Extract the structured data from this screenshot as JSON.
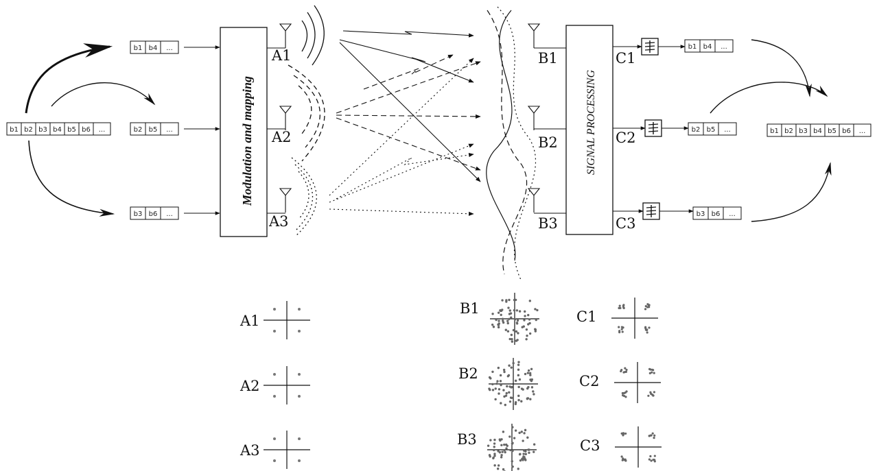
{
  "input_stream": [
    "b1",
    "b2",
    "b3",
    "b4",
    "b5",
    "b6",
    "..."
  ],
  "output_stream": [
    "b1",
    "b2",
    "b3",
    "b4",
    "b5",
    "b6",
    "..."
  ],
  "substreams_tx": [
    [
      "b1",
      "b4",
      "..."
    ],
    [
      "b2",
      "b5",
      "..."
    ],
    [
      "b3",
      "b6",
      "..."
    ]
  ],
  "substreams_rx": [
    [
      "b1",
      "b4",
      "..."
    ],
    [
      "b2",
      "b5",
      "..."
    ],
    [
      "b3",
      "b6",
      "..."
    ]
  ],
  "modulation_box_label": "Modulation and mapping",
  "signal_processing_label": "SIGNAL PROCESSING",
  "tx_antennas": [
    "A1",
    "A2",
    "A3"
  ],
  "rx_antennas": [
    "B1",
    "B2",
    "B3"
  ],
  "outputs": [
    "C1",
    "C2",
    "C3"
  ],
  "constellation_labels": {
    "tx": [
      "A1",
      "A2",
      "A3"
    ],
    "rx": [
      "B1",
      "B2",
      "B3"
    ],
    "processed": [
      "C1",
      "C2",
      "C3"
    ]
  }
}
